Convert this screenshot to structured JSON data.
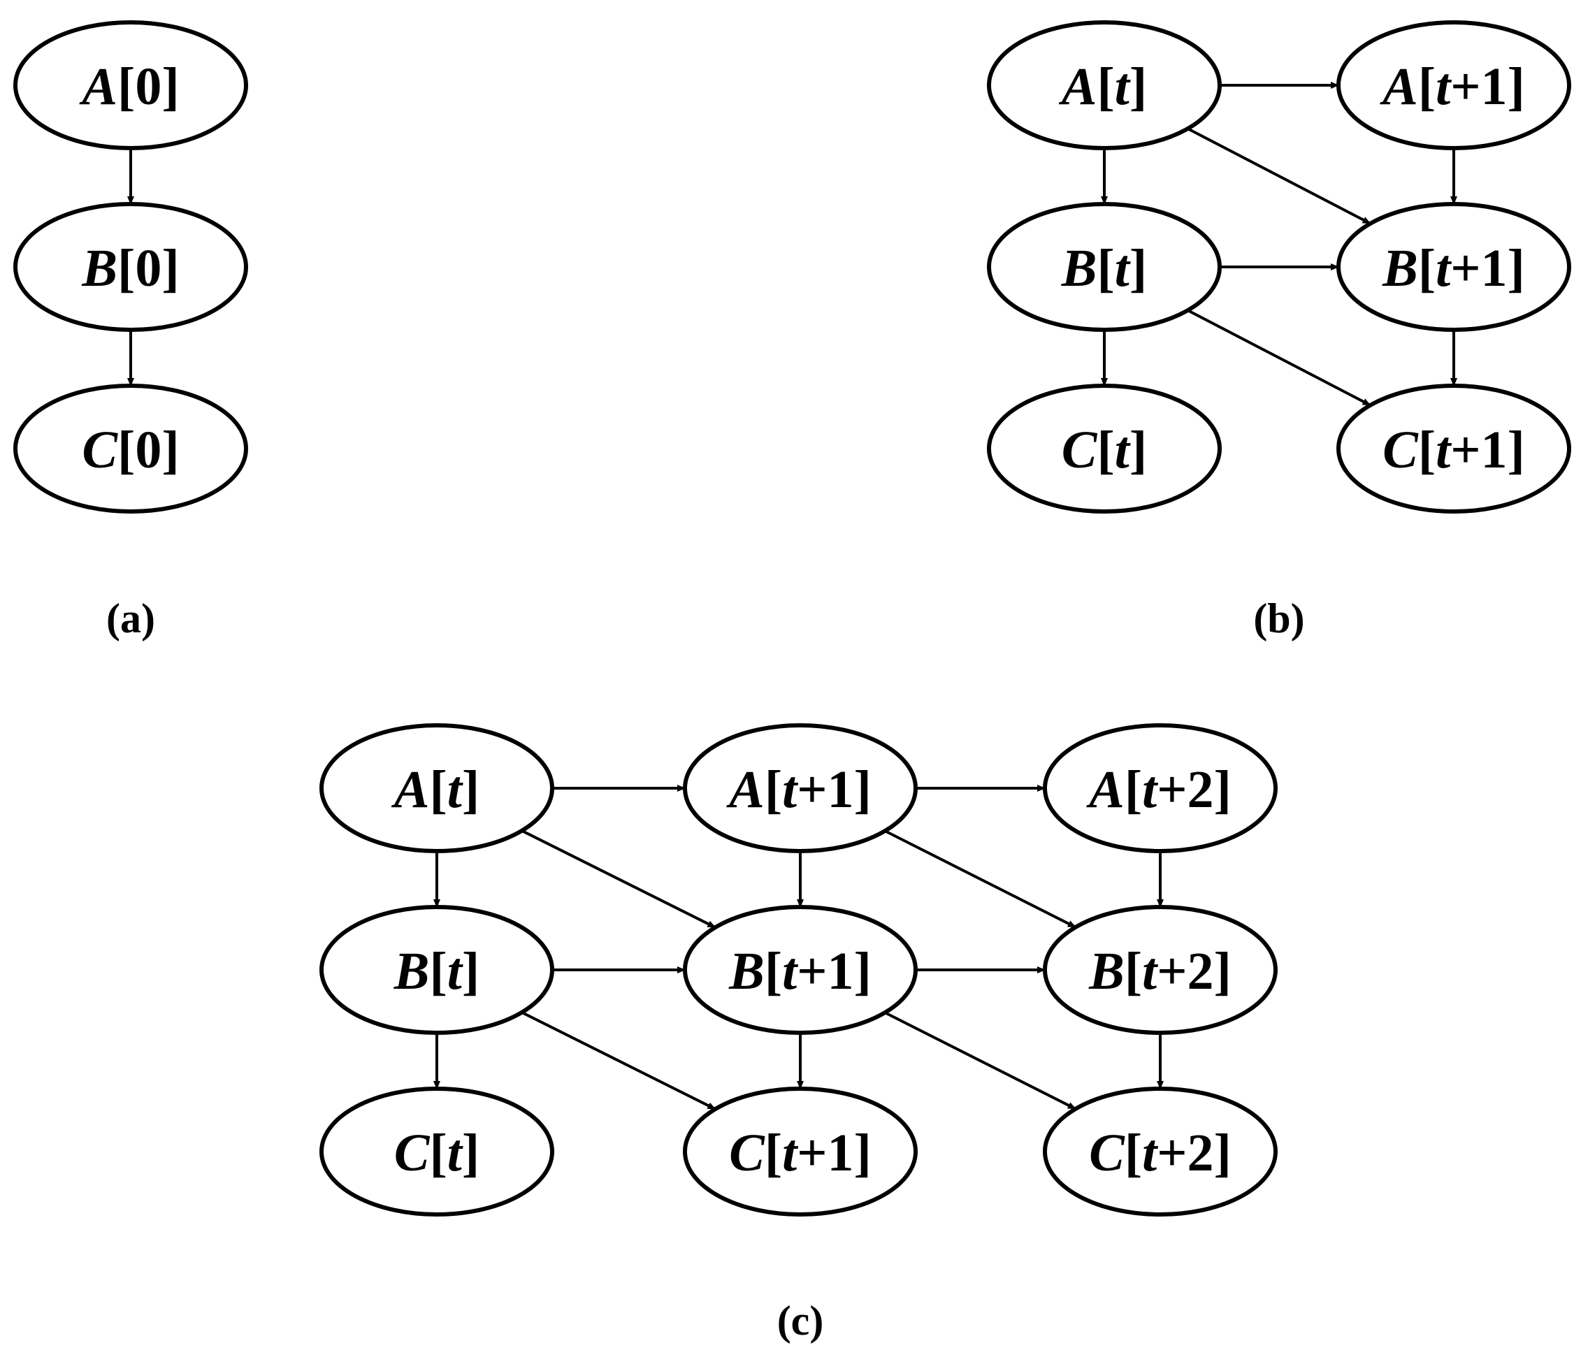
{
  "diagram": {
    "stroke_color": "#000000",
    "background": "#ffffff",
    "panels": [
      {
        "id": "a",
        "caption": "(a)",
        "nodes": [
          {
            "id": "A0",
            "var": "A",
            "idx_pre": "[",
            "idx_t": "",
            "idx_post": "0]"
          },
          {
            "id": "B0",
            "var": "B",
            "idx_pre": "[",
            "idx_t": "",
            "idx_post": "0]"
          },
          {
            "id": "C0",
            "var": "C",
            "idx_pre": "[",
            "idx_t": "",
            "idx_post": "0]"
          }
        ],
        "edges": [
          {
            "from": "A0",
            "to": "B0"
          },
          {
            "from": "B0",
            "to": "C0"
          }
        ]
      },
      {
        "id": "b",
        "caption": "(b)",
        "nodes": [
          {
            "id": "At",
            "var": "A",
            "idx_pre": "[",
            "idx_t": "t",
            "idx_post": "]"
          },
          {
            "id": "Bt",
            "var": "B",
            "idx_pre": "[",
            "idx_t": "t",
            "idx_post": "]"
          },
          {
            "id": "Ct",
            "var": "C",
            "idx_pre": "[",
            "idx_t": "t",
            "idx_post": "]"
          },
          {
            "id": "At1",
            "var": "A",
            "idx_pre": "[",
            "idx_t": "t",
            "idx_post": "+1]"
          },
          {
            "id": "Bt1",
            "var": "B",
            "idx_pre": "[",
            "idx_t": "t",
            "idx_post": "+1]"
          },
          {
            "id": "Ct1",
            "var": "C",
            "idx_pre": "[",
            "idx_t": "t",
            "idx_post": "+1]"
          }
        ],
        "edges": [
          {
            "from": "At",
            "to": "Bt"
          },
          {
            "from": "Bt",
            "to": "Ct"
          },
          {
            "from": "At",
            "to": "At1"
          },
          {
            "from": "At",
            "to": "Bt1"
          },
          {
            "from": "Bt",
            "to": "Bt1"
          },
          {
            "from": "Bt",
            "to": "Ct1"
          },
          {
            "from": "At1",
            "to": "Bt1"
          },
          {
            "from": "Bt1",
            "to": "Ct1"
          }
        ]
      },
      {
        "id": "c",
        "caption": "(c)",
        "nodes": [
          {
            "id": "At",
            "var": "A",
            "idx_pre": "[",
            "idx_t": "t",
            "idx_post": "]"
          },
          {
            "id": "Bt",
            "var": "B",
            "idx_pre": "[",
            "idx_t": "t",
            "idx_post": "]"
          },
          {
            "id": "Ct",
            "var": "C",
            "idx_pre": "[",
            "idx_t": "t",
            "idx_post": "]"
          },
          {
            "id": "At1",
            "var": "A",
            "idx_pre": "[",
            "idx_t": "t",
            "idx_post": "+1]"
          },
          {
            "id": "Bt1",
            "var": "B",
            "idx_pre": "[",
            "idx_t": "t",
            "idx_post": "+1]"
          },
          {
            "id": "Ct1",
            "var": "C",
            "idx_pre": "[",
            "idx_t": "t",
            "idx_post": "+1]"
          },
          {
            "id": "At2",
            "var": "A",
            "idx_pre": "[",
            "idx_t": "t",
            "idx_post": "+2]"
          },
          {
            "id": "Bt2",
            "var": "B",
            "idx_pre": "[",
            "idx_t": "t",
            "idx_post": "+2]"
          },
          {
            "id": "Ct2",
            "var": "C",
            "idx_pre": "[",
            "idx_t": "t",
            "idx_post": "+2]"
          }
        ],
        "edges": [
          {
            "from": "At",
            "to": "Bt"
          },
          {
            "from": "Bt",
            "to": "Ct"
          },
          {
            "from": "At",
            "to": "At1"
          },
          {
            "from": "At",
            "to": "Bt1"
          },
          {
            "from": "Bt",
            "to": "Bt1"
          },
          {
            "from": "Bt",
            "to": "Ct1"
          },
          {
            "from": "At1",
            "to": "Bt1"
          },
          {
            "from": "Bt1",
            "to": "Ct1"
          },
          {
            "from": "At1",
            "to": "At2"
          },
          {
            "from": "At1",
            "to": "Bt2"
          },
          {
            "from": "Bt1",
            "to": "Bt2"
          },
          {
            "from": "Bt1",
            "to": "Ct2"
          },
          {
            "from": "At2",
            "to": "Bt2"
          },
          {
            "from": "Bt2",
            "to": "Ct2"
          }
        ]
      }
    ]
  }
}
